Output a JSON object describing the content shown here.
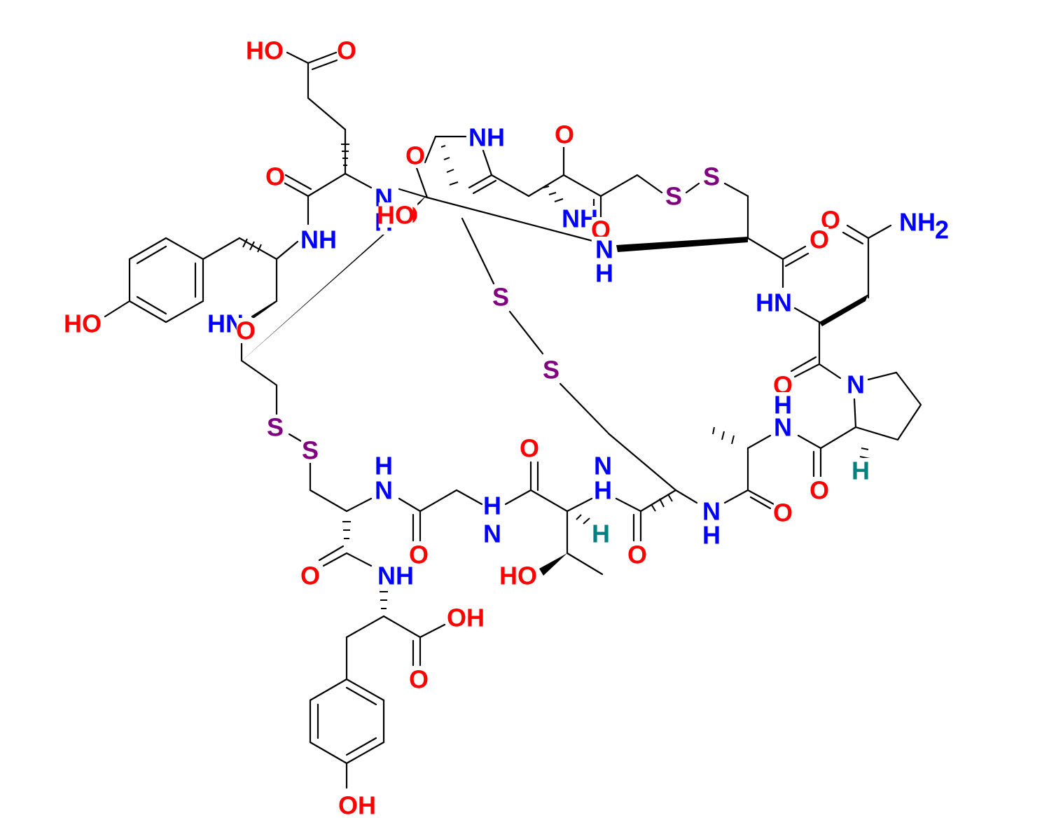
{
  "diagram": {
    "colors": {
      "O": "#ff0000",
      "N": "#0000ff",
      "S": "#800080",
      "H": "#008080"
    },
    "atoms": [
      {
        "text": "HO",
        "el": "O"
      },
      {
        "text": "O",
        "el": "O"
      },
      {
        "text": "O",
        "el": "O"
      },
      {
        "text": "N",
        "el": "N"
      },
      {
        "text": "H",
        "el": "N"
      },
      {
        "text": "O",
        "el": "O"
      },
      {
        "text": "O",
        "el": "O"
      },
      {
        "text": "NH",
        "el": "N"
      },
      {
        "text": "O",
        "el": "O"
      },
      {
        "text": "NH",
        "el": "N"
      },
      {
        "text": "2",
        "el": "N"
      },
      {
        "text": "O",
        "el": "O"
      },
      {
        "text": "S",
        "el": "S"
      },
      {
        "text": "S",
        "el": "S"
      },
      {
        "text": "O",
        "el": "O"
      },
      {
        "text": "NH",
        "el": "N"
      },
      {
        "text": "2",
        "el": "N"
      },
      {
        "text": "NH",
        "el": "N"
      },
      {
        "text": "HO",
        "el": "O"
      },
      {
        "text": "O",
        "el": "O"
      },
      {
        "text": "N",
        "el": "N"
      },
      {
        "text": "H",
        "el": "N"
      },
      {
        "text": "O",
        "el": "O"
      },
      {
        "text": "HO",
        "el": "O"
      },
      {
        "text": "HN",
        "el": "N"
      },
      {
        "text": "O",
        "el": "O"
      },
      {
        "text": "S",
        "el": "S"
      },
      {
        "text": "S",
        "el": "S"
      },
      {
        "text": "HN",
        "el": "N"
      },
      {
        "text": "O",
        "el": "O"
      },
      {
        "text": "N",
        "el": "N"
      },
      {
        "text": "H",
        "el": "N"
      },
      {
        "text": "N",
        "el": "N"
      },
      {
        "text": "H",
        "el": "H"
      },
      {
        "text": "O",
        "el": "O"
      },
      {
        "text": "S",
        "el": "S"
      },
      {
        "text": "S",
        "el": "S"
      },
      {
        "text": "H",
        "el": "N"
      },
      {
        "text": "N",
        "el": "N"
      },
      {
        "text": "O",
        "el": "O"
      },
      {
        "text": "H",
        "el": "N"
      },
      {
        "text": "N",
        "el": "N"
      },
      {
        "text": "N",
        "el": "N"
      },
      {
        "text": "H",
        "el": "N"
      },
      {
        "text": "N",
        "el": "N"
      },
      {
        "text": "H",
        "el": "N"
      },
      {
        "text": "O",
        "el": "O"
      },
      {
        "text": "O",
        "el": "O"
      },
      {
        "text": "H",
        "el": "H"
      },
      {
        "text": "O",
        "el": "O"
      },
      {
        "text": "HO",
        "el": "O"
      },
      {
        "text": "O",
        "el": "O"
      },
      {
        "text": "NH",
        "el": "N"
      },
      {
        "text": "O",
        "el": "O"
      },
      {
        "text": "OH",
        "el": "O"
      },
      {
        "text": "O",
        "el": "O"
      },
      {
        "text": "OH",
        "el": "O"
      }
    ]
  }
}
